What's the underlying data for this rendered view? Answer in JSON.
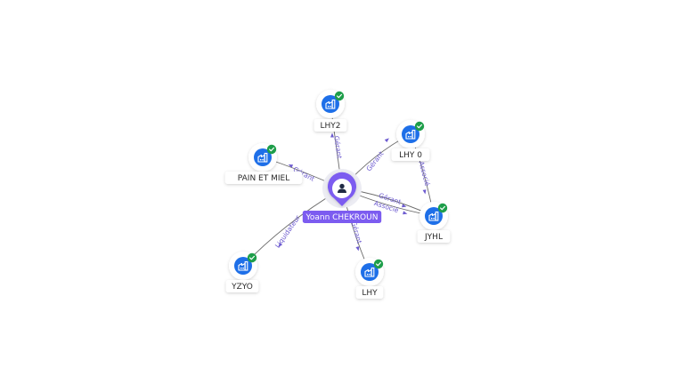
{
  "center": {
    "label": "Yoann CHEKROUN",
    "icon": "person-icon"
  },
  "companies": [
    {
      "id": "lhy2",
      "label": "LHY2",
      "icon": "building-icon",
      "badge": "check-badge-icon"
    },
    {
      "id": "lhy0",
      "label": "LHY 0",
      "icon": "building-icon",
      "badge": "check-badge-icon"
    },
    {
      "id": "pain",
      "label": "PAIN ET MIEL",
      "icon": "building-icon",
      "badge": "check-badge-icon"
    },
    {
      "id": "jyhl",
      "label": "JYHL",
      "icon": "building-icon",
      "badge": "check-badge-icon"
    },
    {
      "id": "yzyo",
      "label": "YZYO",
      "icon": "building-icon",
      "badge": "check-badge-icon"
    },
    {
      "id": "lhy",
      "label": "LHY",
      "icon": "building-icon",
      "badge": "check-badge-icon"
    }
  ],
  "relations": [
    {
      "from": "center",
      "to": "lhy2",
      "label": "Gérant"
    },
    {
      "from": "center",
      "to": "lhy0",
      "label": "Gérant"
    },
    {
      "from": "center",
      "to": "pain",
      "label": "Gérant"
    },
    {
      "from": "center",
      "to": "jyhl",
      "label": "Gérant"
    },
    {
      "from": "center",
      "to": "jyhl",
      "label": "Associé"
    },
    {
      "from": "center",
      "to": "yzyo",
      "label": "Liquidateur"
    },
    {
      "from": "center",
      "to": "lhy",
      "label": "Gérant"
    },
    {
      "from": "lhy0",
      "to": "jyhl",
      "label": "Associé"
    }
  ],
  "colors": {
    "accent": "#7c5cf0",
    "node_fill": "#1e6fe8",
    "badge": "#1e9e4a",
    "edge_label": "#6d5bd0",
    "edge": "#6b6b6b"
  }
}
